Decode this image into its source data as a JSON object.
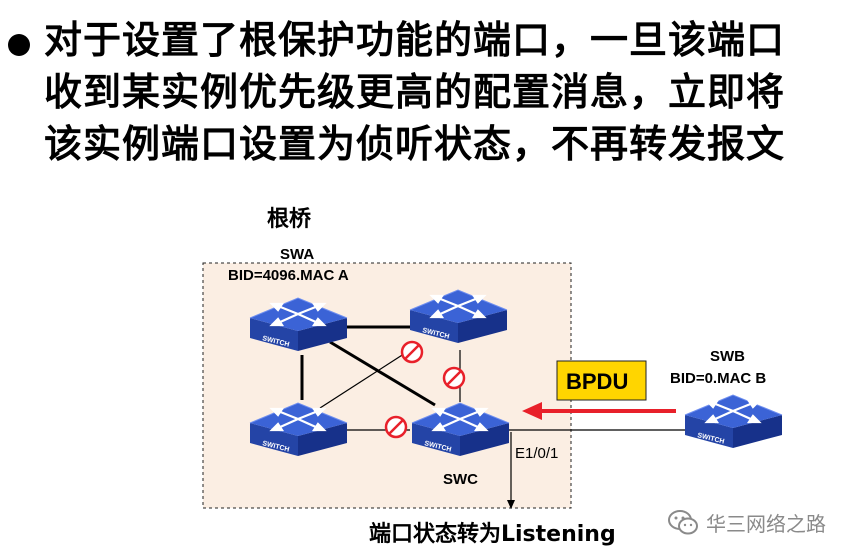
{
  "bullet_lines": [
    "对于设置了根保护功能的端口，一旦该端口",
    "收到某实例优先级更高的配置消息，立即将",
    "该实例端口设置为侦听状态，不再转发报文"
  ],
  "diagram": {
    "root_bridge_label": "根桥",
    "swa_name": "SWA",
    "swa_bid": "BID=4096.MAC A",
    "swb_name": "SWB",
    "swb_bid": "BID=0.MAC B",
    "swc_name": "SWC",
    "port_label": "E1/0/1",
    "bpdu_label": "BPDU",
    "result_label": "端口状态转为Listening",
    "switch_text": "SWITCH",
    "colors": {
      "switch_blue": "#2f55c9",
      "bpdu_yellow": "#ffd500",
      "arrow_red": "#e8202a",
      "blocked_red": "#e8202a",
      "box_fill": "#fbeee3"
    }
  },
  "watermark": {
    "text": "华三网络之路",
    "icon": "wechat-icon"
  }
}
